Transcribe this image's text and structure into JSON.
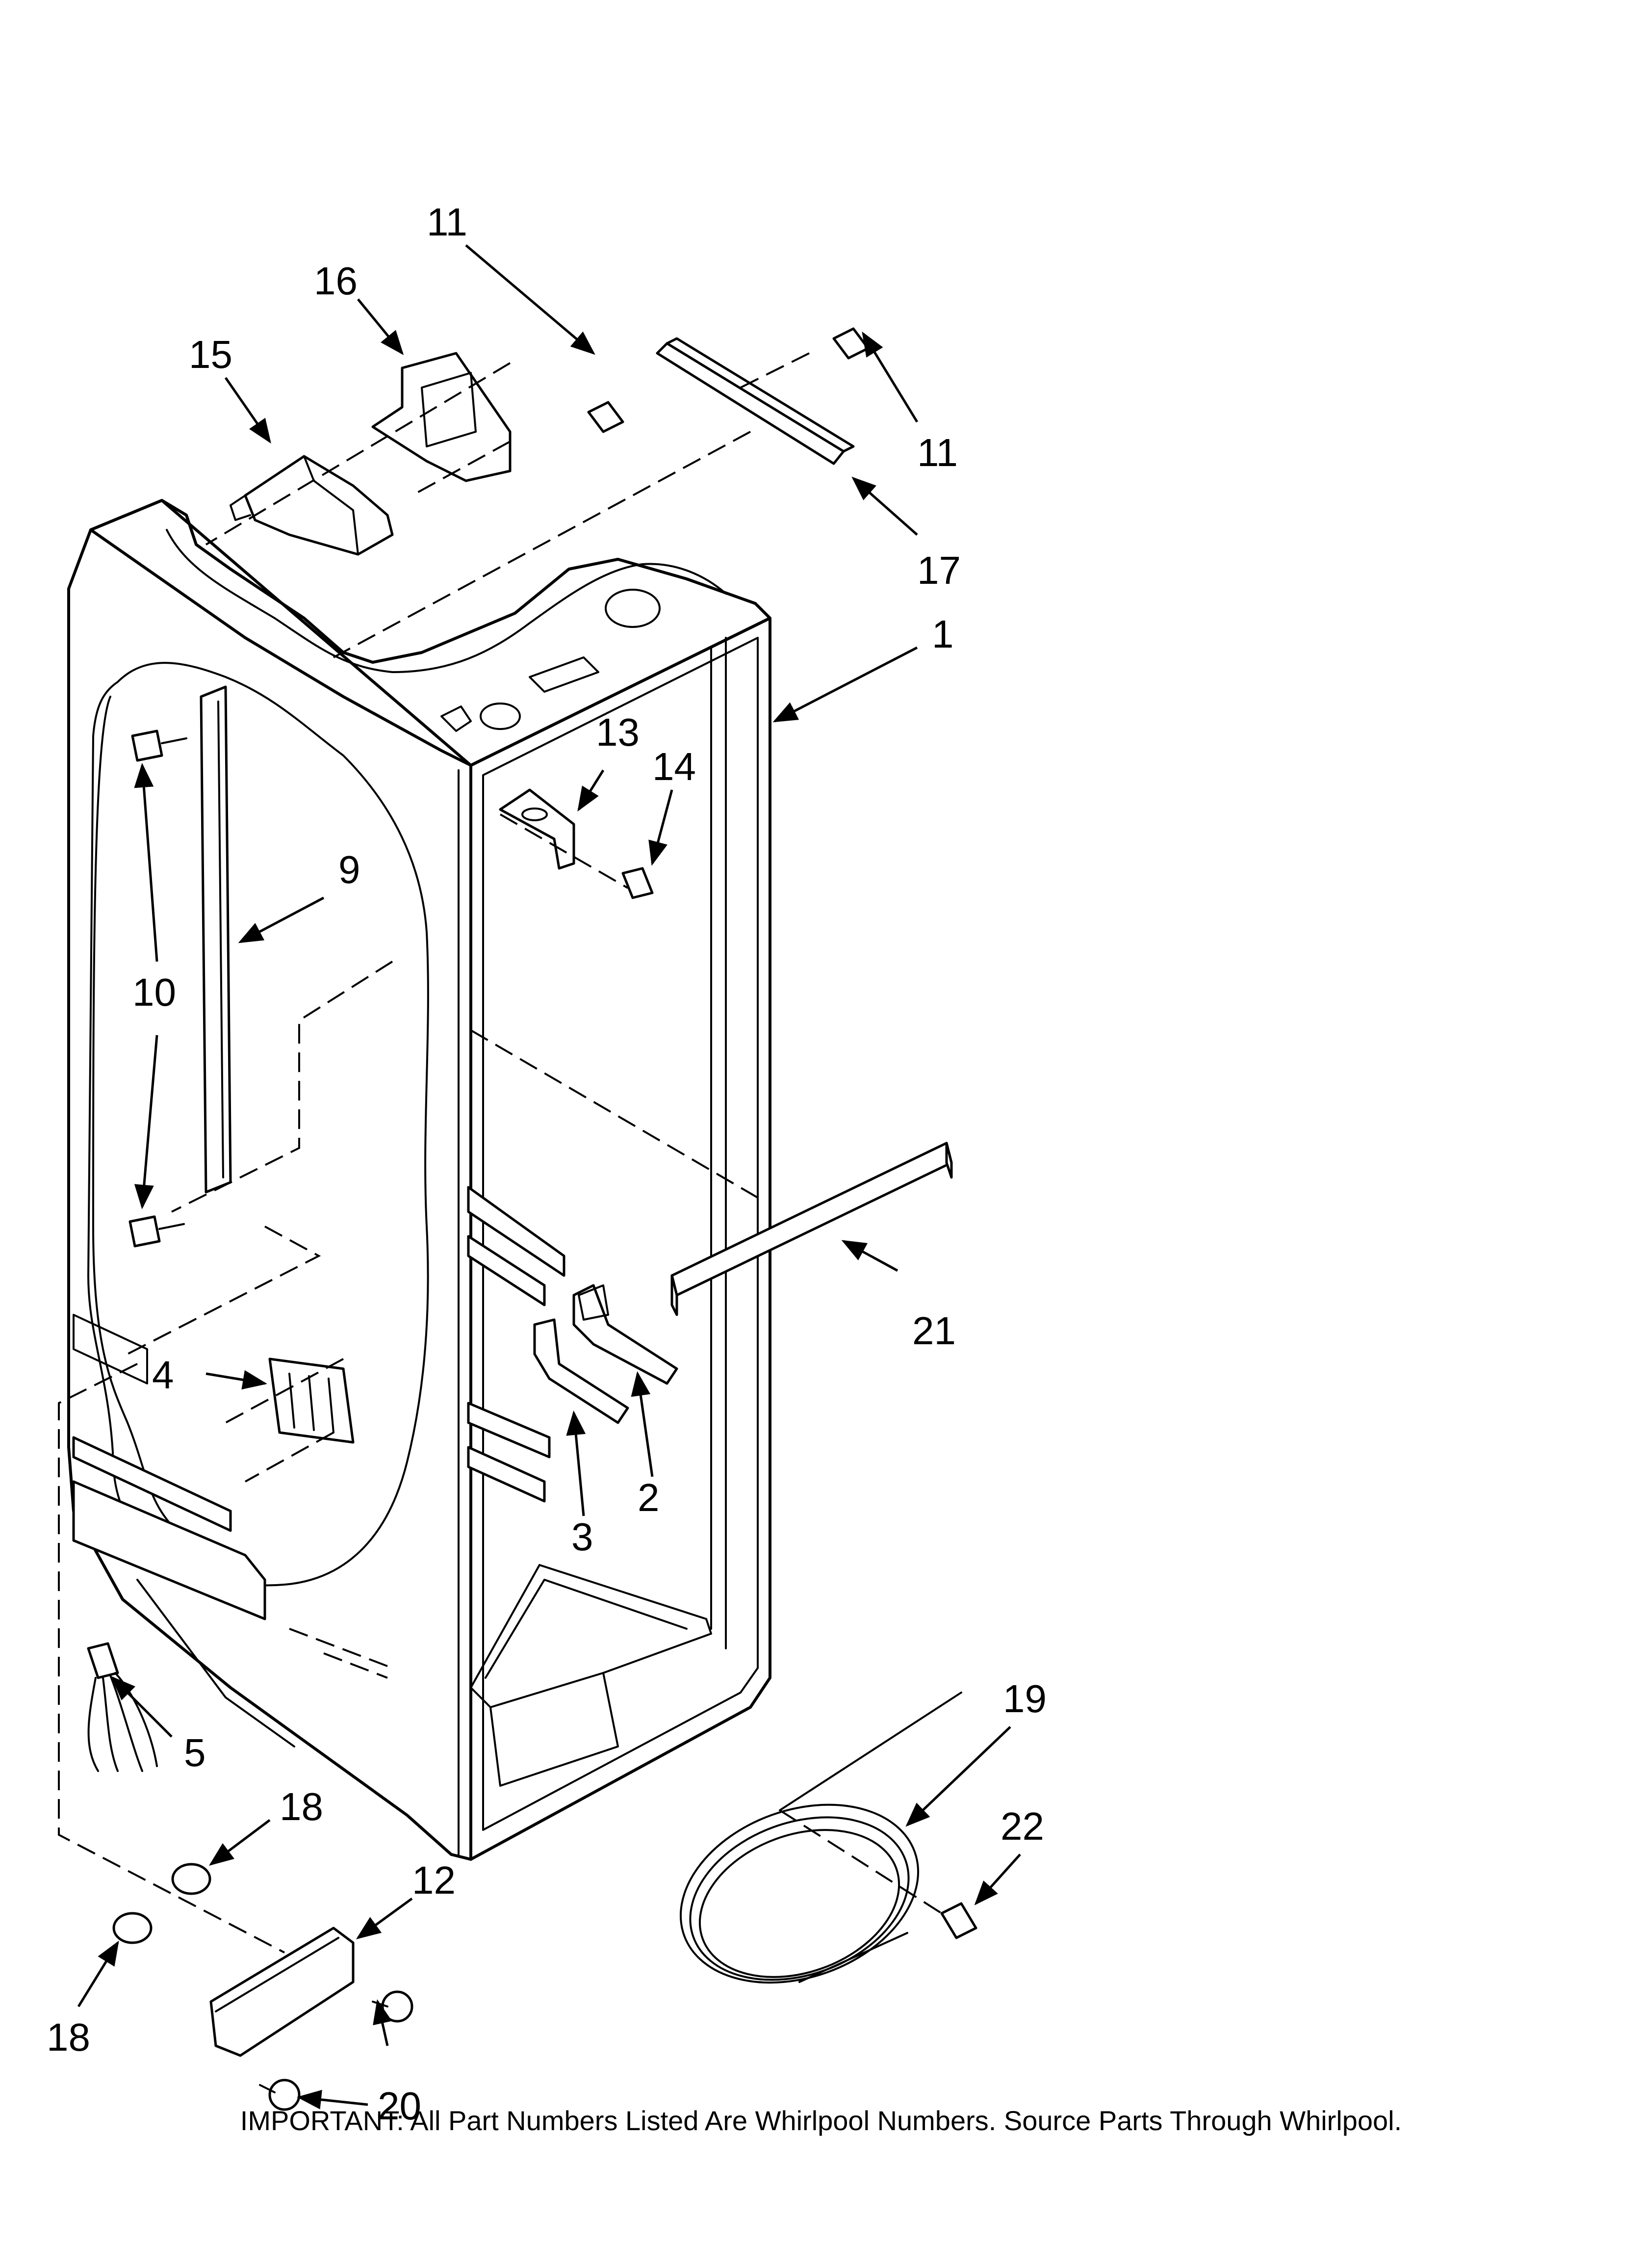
{
  "diagram": {
    "callouts": [
      "11",
      "16",
      "15",
      "11",
      "17",
      "1",
      "13",
      "14",
      "9",
      "10",
      "21",
      "4",
      "2",
      "3",
      "5",
      "19",
      "22",
      "18",
      "12",
      "18",
      "20"
    ]
  },
  "footer": {
    "note": "IMPORTANT: All Part Numbers Listed Are Whirlpool Numbers. Source Parts Through Whirlpool."
  }
}
